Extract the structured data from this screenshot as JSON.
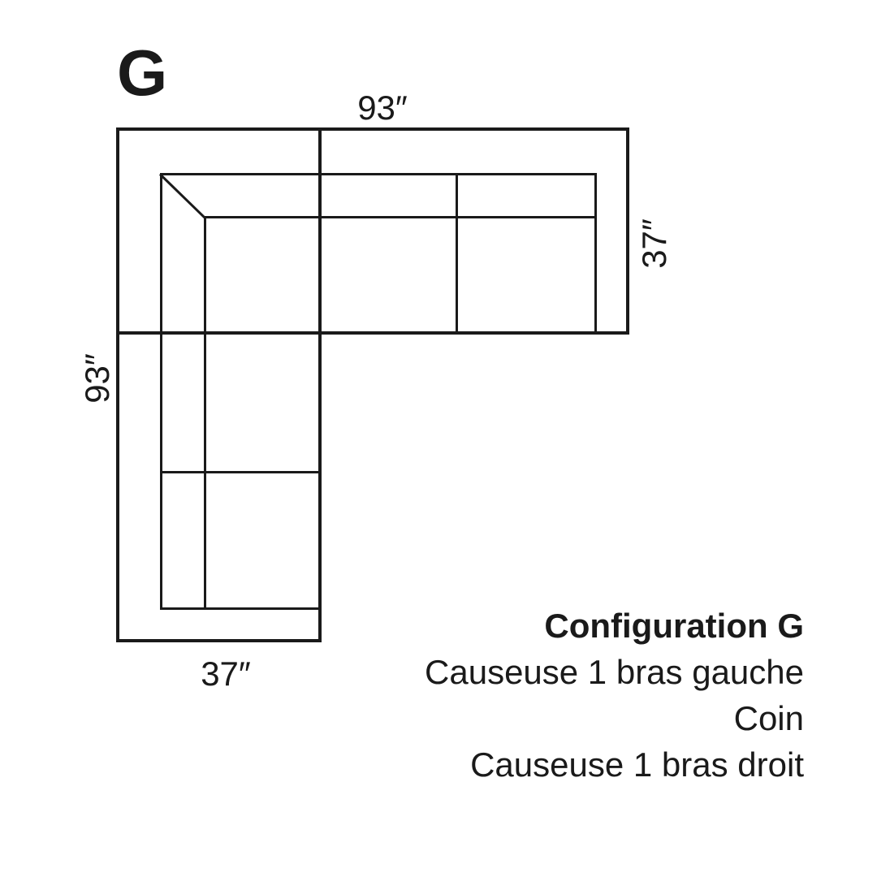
{
  "colors": {
    "line": "#1a1a1a",
    "text": "#1a1a1a",
    "background": "#ffffff"
  },
  "diagram": {
    "config_letter": "G",
    "dim_top": "93″",
    "dim_right": "37″",
    "dim_left": "93″",
    "dim_bottom": "37″"
  },
  "caption": {
    "title": "Configuration G",
    "lines": [
      "Causeuse 1 bras gauche",
      "Coin",
      "Causeuse 1 bras droit"
    ]
  }
}
